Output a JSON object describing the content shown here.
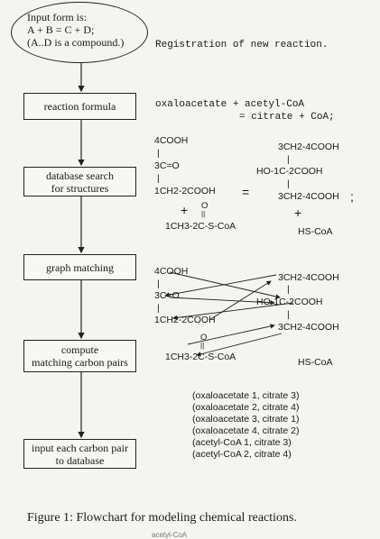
{
  "input_form": {
    "line1": "Input form is:",
    "line2": "A + B = C + D;",
    "line3": "(A..D is a compound.)"
  },
  "registration_label": "Registration of new reaction.",
  "steps": [
    {
      "line1": "reaction formula",
      "line2": ""
    },
    {
      "line1": "database search",
      "line2": "for structures"
    },
    {
      "line1": "graph matching",
      "line2": ""
    },
    {
      "line1": "compute",
      "line2": "matching carbon pairs"
    },
    {
      "line1": "input each carbon pair",
      "line2": "to database"
    }
  ],
  "reaction_formula": {
    "line1": "oxaloacetate + acetyl-CoA",
    "line2": "= citrate + CoA;"
  },
  "structures": {
    "oxaloacetate": {
      "c4": "4COOH",
      "bar1": "|",
      "c3": "3C=O",
      "bar2": "|",
      "c12": "1CH2-2COOH"
    },
    "acetyl_coa": {
      "o": "O",
      "dbl": "||",
      "main": "1CH3-2C-S-CoA"
    },
    "citrate": {
      "c34top": "3CH2-4COOH",
      "bar1": "|",
      "c12": "HO-1C-2COOH",
      "bar2": "|",
      "c34bot": "3CH2-4COOH"
    },
    "coa": "HS-CoA",
    "equals": "=",
    "plus": "+",
    "semicolon": ";"
  },
  "carbon_pairs": [
    "(oxaloacetate 1, citrate 3)",
    "(oxaloacetate 2, citrate 4)",
    "(oxaloacetate 3, citrate 1)",
    "(oxaloacetate 4, citrate 2)",
    "(acetyl-CoA  1, citrate 3)",
    "(acetyl-CoA  2, citrate 4)"
  ],
  "caption": "Figure 1: Flowchart for modeling chemical reactions.",
  "scrap_text": "acetyl-CoA"
}
